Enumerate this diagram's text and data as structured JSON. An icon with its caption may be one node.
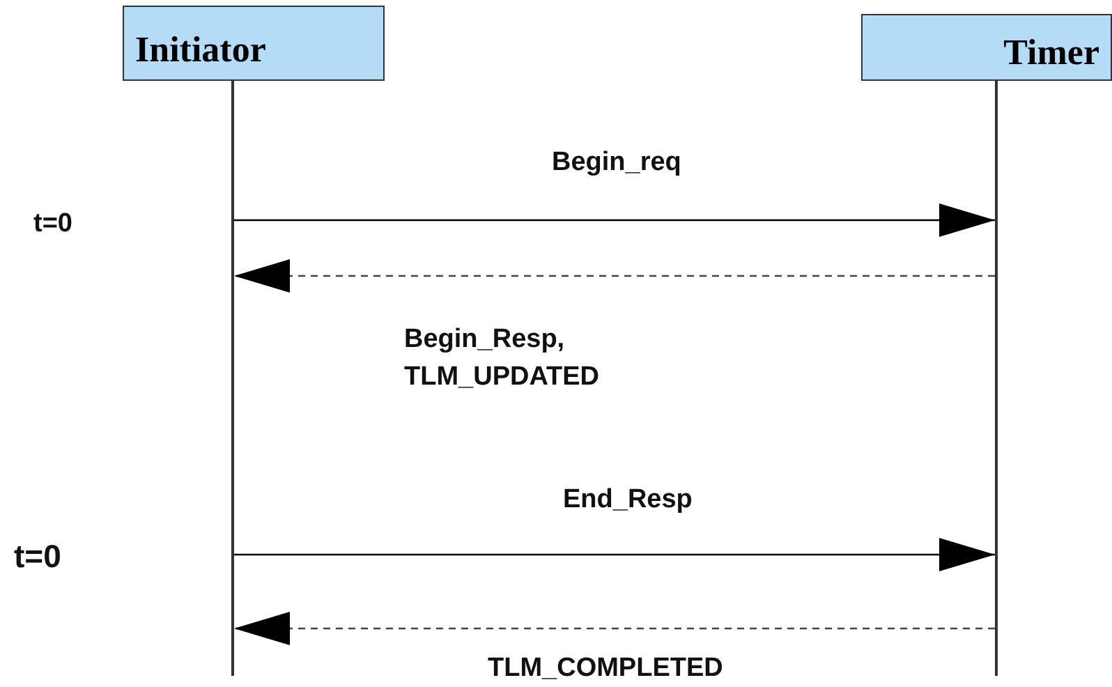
{
  "diagram": {
    "nodes": [
      {
        "text": [
          "Initiator"
        ]
      },
      {
        "text": [
          "Timer"
        ]
      },
      {
        "text": [],
        "shape": "bar"
      },
      {
        "text": [],
        "shape": "bar"
      }
    ],
    "edges": [
      {
        "from": 2,
        "to": 3,
        "arrow": "to",
        "label": "Begin_req"
      },
      {
        "from": 3,
        "to": 2,
        "arrow": "to",
        "style": "dashed",
        "label": "Begin_Resp, TLM_UPDATED"
      },
      {
        "from": 2,
        "to": 3,
        "arrow": "to",
        "label": "End_Resp"
      },
      {
        "from": 3,
        "to": 2,
        "arrow": "to",
        "style": "dashed",
        "label": "TLM_COMPLETED"
      }
    ],
    "labels": [
      "t=0",
      "t=0"
    ]
  }
}
